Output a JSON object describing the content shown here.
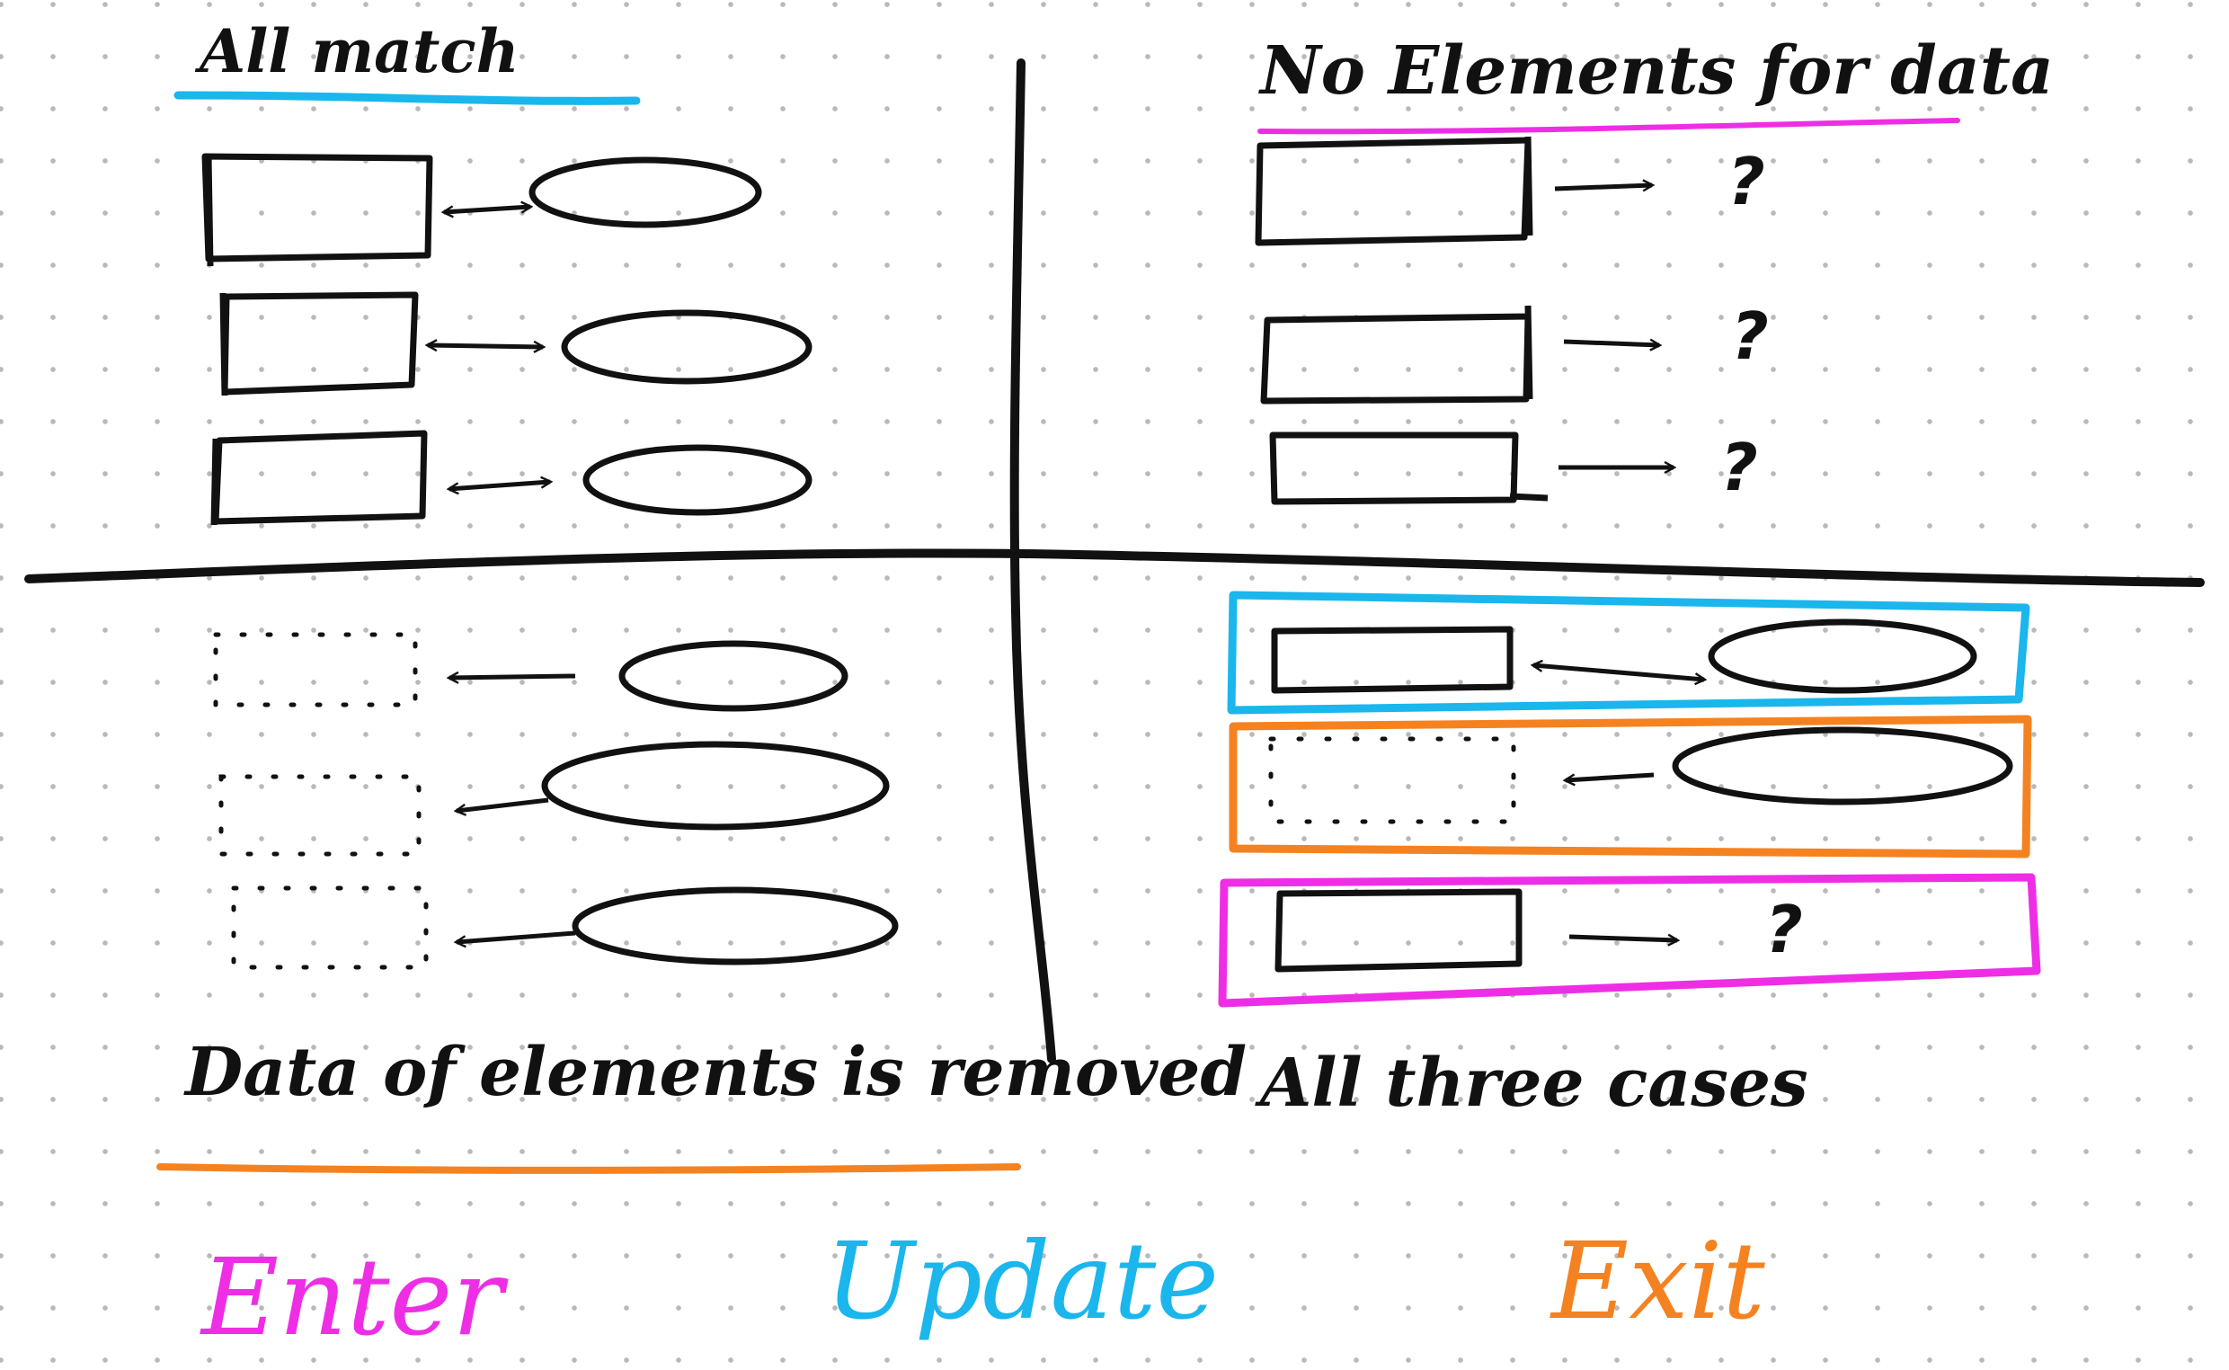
{
  "quadrants": {
    "top_left": {
      "title": "All match",
      "underline_color": "#1ab6ec"
    },
    "top_right": {
      "title": "No Elements for data",
      "underline_color": "#ee2ee5",
      "unmatched_marker": "?"
    },
    "bottom_left": {
      "title": "Data of elements is removed",
      "underline_color": "#f58220"
    },
    "bottom_right": {
      "title": "All three cases",
      "unmatched_marker": "?"
    }
  },
  "legend": {
    "enter": {
      "label": "Enter",
      "color": "#ee2ee5"
    },
    "update": {
      "label": "Update",
      "color": "#1ab6ec"
    },
    "exit": {
      "label": "Exit",
      "color": "#f58220"
    }
  },
  "colors": {
    "ink": "#111111",
    "grid_dot": "#b9b9b9",
    "background": "#ffffff"
  }
}
